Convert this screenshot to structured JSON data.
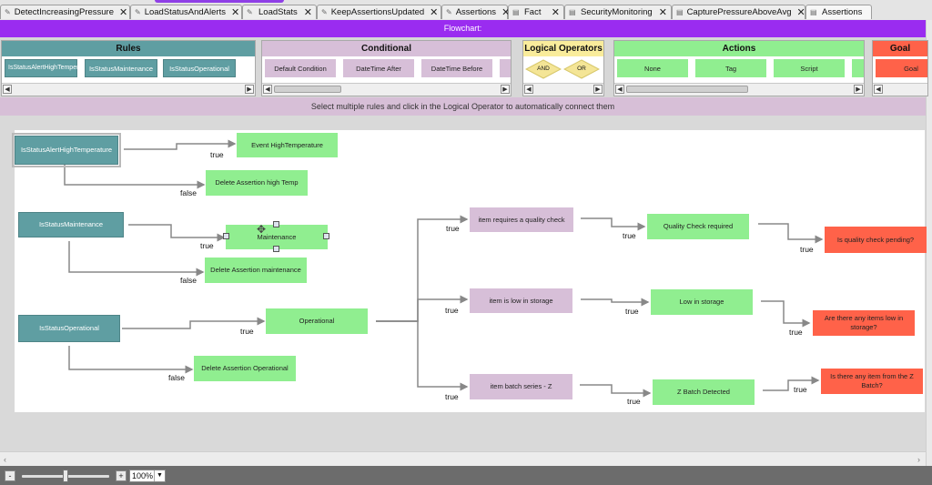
{
  "tabs": [
    {
      "label": "DetectIncreasingPressure",
      "icon": "rule-icon"
    },
    {
      "label": "LoadStatusAndAlerts",
      "icon": "rule-icon"
    },
    {
      "label": "LoadStats",
      "icon": "rule-icon"
    },
    {
      "label": "KeepAssertionsUpdated",
      "icon": "rule-icon"
    },
    {
      "label": "Assertions",
      "icon": "rule-icon"
    },
    {
      "label": "Fact",
      "icon": "document-icon"
    },
    {
      "label": "SecurityMonitoring",
      "icon": "document-icon"
    },
    {
      "label": "CapturePressureAboveAvg",
      "icon": "document-icon"
    },
    {
      "label": "Assertions",
      "icon": "document-icon"
    }
  ],
  "tab_close": "✕",
  "flowchart_title": "Flowchart:",
  "palette": {
    "rules": {
      "title": "Rules",
      "color": "#5f9ea2",
      "items": [
        "IsStatusAlertHighTemperature",
        "IsStatusMaintenance",
        "IsStatusOperational"
      ]
    },
    "conditional": {
      "title": "Conditional",
      "color": "#d7bfd8",
      "items": [
        "Default Condition",
        "DateTime After",
        "DateTime Before",
        ""
      ]
    },
    "logical": {
      "title": "Logical Operators",
      "color": "#f9ec9b",
      "items": [
        "AND",
        "OR"
      ]
    },
    "actions": {
      "title": "Actions",
      "color": "#90ee90",
      "items": [
        "None",
        "Tag",
        "Script",
        ""
      ]
    },
    "goal": {
      "title": "Goal",
      "color": "#ff6249",
      "items": [
        "Goal"
      ]
    }
  },
  "hint": "Select multiple rules and click in the Logical Operator to automatically connect them",
  "flow": {
    "rules": [
      "IsStatusAlertHighTemperature",
      "IsStatusMaintenance",
      "IsStatusOperational"
    ],
    "actions": [
      "Event HighTemperature",
      "Delete Assertion high Temp",
      "Maintenance",
      "Delete Assertion maintenance",
      "Operational",
      "Delete Assertion Operational",
      "Quality Check required",
      "Low in storage",
      "Z Batch Detected"
    ],
    "conditions": [
      "item requires a quality check",
      "item is low in storage",
      "item  batch series - Z"
    ],
    "goals": [
      "Is quality check pending?",
      "Are there any items low in storage?",
      "Is there any item from the Z Batch?"
    ],
    "true_label": "true",
    "false_label": "false"
  },
  "zoom": {
    "minus": "-",
    "plus": "+",
    "level": "100%",
    "level_fraction": 0.5
  }
}
